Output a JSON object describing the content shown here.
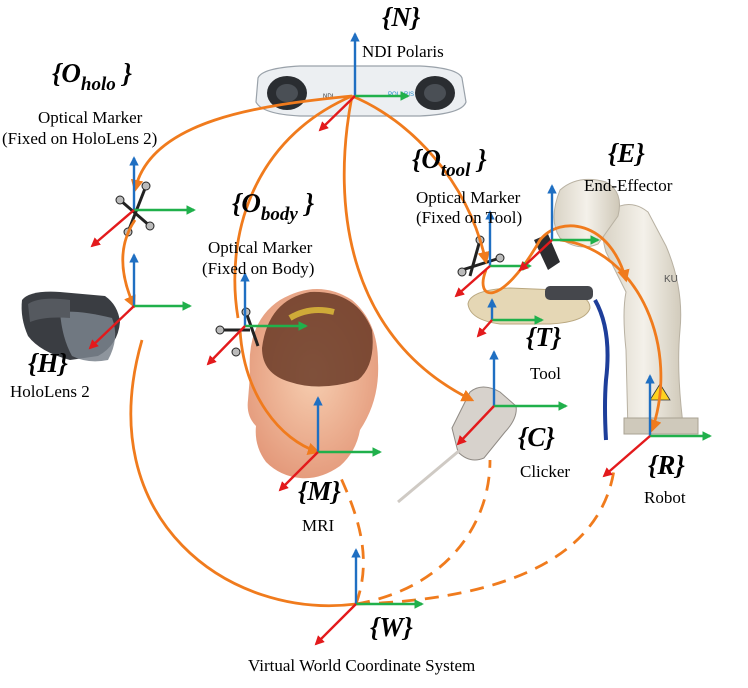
{
  "frames": {
    "N": {
      "symbol": "{N}",
      "caption": "NDI Polaris"
    },
    "O_holo": {
      "prefix": "{O",
      "sub": "holo",
      "suffix": "}",
      "caption1": "Optical Marker",
      "caption2": "(Fixed on HoloLens 2)"
    },
    "O_body": {
      "prefix": "{O",
      "sub": "body",
      "suffix": "}",
      "caption1": "Optical Marker",
      "caption2": "(Fixed on Body)"
    },
    "O_tool": {
      "prefix": "{O",
      "sub": "tool",
      "suffix": "}",
      "caption1": "Optical Marker",
      "caption2": "(Fixed on Tool)"
    },
    "E": {
      "symbol": "{E}",
      "caption": "End-Effector"
    },
    "H": {
      "symbol": "{H}",
      "caption": "HoloLens 2"
    },
    "T": {
      "symbol": "{T}",
      "caption": "Tool"
    },
    "C": {
      "symbol": "{C}",
      "caption": "Clicker"
    },
    "R": {
      "symbol": "{R}",
      "caption": "Robot"
    },
    "M": {
      "symbol": "{M}",
      "caption": "MRI"
    },
    "W": {
      "symbol": "{W}",
      "caption": "Virtual World Coordinate System"
    }
  },
  "device_text": {
    "ndi_logo": "NDI",
    "polaris_logo": "POLARIS",
    "kuka_logo": "KU"
  },
  "colors": {
    "x_axis": "#20b04b",
    "y_axis": "#e31a1c",
    "z_axis": "#1f6fc2",
    "transform": "#f07b1d"
  }
}
